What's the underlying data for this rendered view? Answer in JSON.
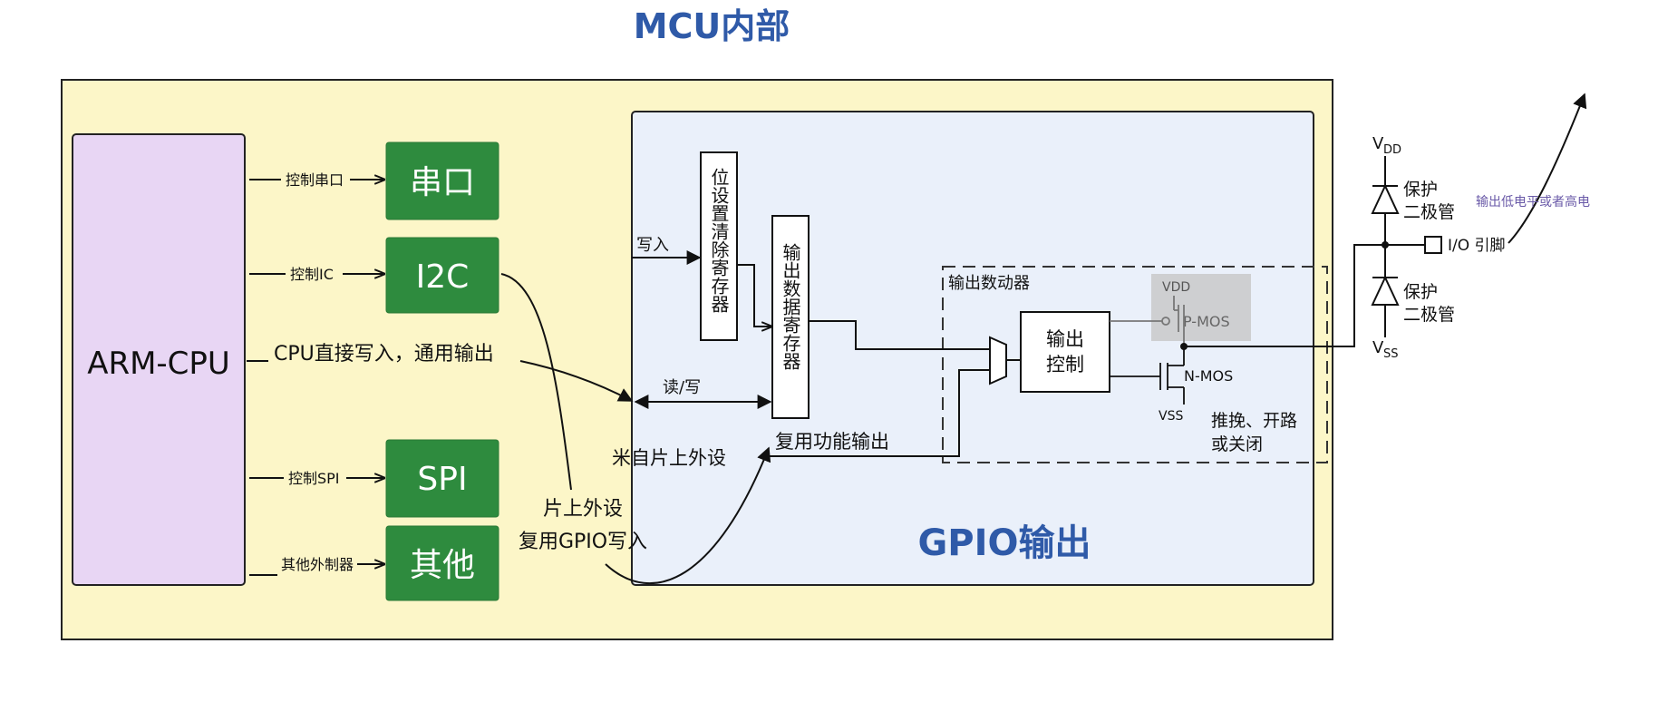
{
  "title": "MCU内部",
  "cpu_label": "ARM-CPU",
  "peripherals": {
    "uart": "串口",
    "i2c": "I2C",
    "spi": "SPI",
    "other": "其他"
  },
  "control_labels": {
    "uart": "控制串口",
    "i2c": "控制IC",
    "spi": "控制SPI",
    "other": "其他外制器"
  },
  "cpu_direct_write": "CPU直接写入，通用输出",
  "onchip_peripheral_line1": "片上外设",
  "onchip_peripheral_line2": "复用GPIO写入",
  "gpio": {
    "title": "GPIO输出",
    "write_label": "写入",
    "rw_label": "读/写",
    "from_peripheral": "米自片上外设",
    "alt_function_output": "复用功能输出",
    "bit_set_reset_register": "位设置清除寄存器",
    "output_data_register": "输出数据寄存器",
    "output_driver_label": "输出数动器",
    "output_control": "输出控制",
    "output_control_line1": "输出",
    "output_control_line2": "控制",
    "pmos": "P-MOS",
    "nmos": "N-MOS",
    "vdd_inner": "VDD",
    "vss_inner": "VSS",
    "mode_line1": "推挽、开路",
    "mode_line2": "或关闭"
  },
  "pin": {
    "vdd_main": "V",
    "vdd_sub": "DD",
    "vss_main": "V",
    "vss_sub": "SS",
    "protect_top_line1": "保护",
    "protect_top_line2": "二极管",
    "protect_bottom_line1": "保护",
    "protect_bottom_line2": "二极管",
    "io_pin": "I/O 引脚",
    "output_note": "输出低电平或者高电"
  },
  "colors": {
    "outer_bg": "#fcf6c8",
    "cpu_bg": "#e8d6f4",
    "gpio_bg": "#eaf0fa",
    "green": "#2e8b3e",
    "title_blue": "#2f5aa8",
    "note_purple": "#6a5aa8"
  }
}
